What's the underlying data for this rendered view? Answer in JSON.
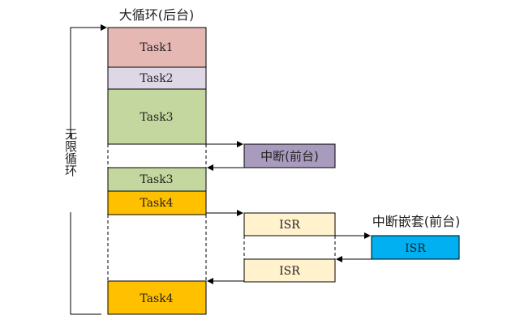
{
  "title": "大循环(后台)",
  "loop_label": "无限循环",
  "nested_label": "中断嵌套(前台)",
  "blocks": {
    "task1": {
      "label": "Task1",
      "color": "#e6b8b4"
    },
    "task2": {
      "label": "Task2",
      "color": "#ddd7e6"
    },
    "task3a": {
      "label": "Task3",
      "color": "#c4d79e"
    },
    "interrupt": {
      "label": "中断(前台)",
      "color": "#a99bbd"
    },
    "task3b": {
      "label": "Task3",
      "color": "#c4d79e"
    },
    "task4a": {
      "label": "Task4",
      "color": "#ffc000"
    },
    "isr1": {
      "label": "ISR",
      "color": "#fff2cc"
    },
    "isr_nested": {
      "label": "ISR",
      "color": "#00b0f0"
    },
    "isr2": {
      "label": "ISR",
      "color": "#fff2cc"
    },
    "task4b": {
      "label": "Task4",
      "color": "#ffc000"
    }
  }
}
